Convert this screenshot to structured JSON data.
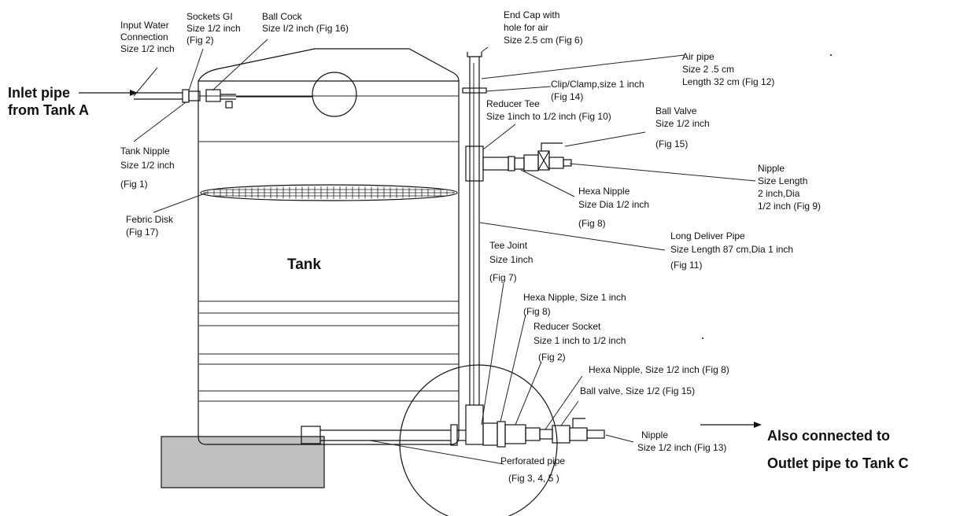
{
  "colors": {
    "line": "#111111",
    "base": "#c0c0c0",
    "background": "#ffffff"
  },
  "labels": {
    "tank": "Tank",
    "inlet_1": "Inlet pipe",
    "inlet_2": "from Tank A",
    "outlet_1": "Also connected to",
    "outlet_2": "Outlet pipe to Tank C",
    "input_water_1": "Input Water",
    "input_water_2": "Connection",
    "input_water_3": "Size 1/2 inch",
    "sockets_gi_1": "Sockets GI",
    "sockets_gi_2": "Size 1/2 inch",
    "sockets_gi_3": "(Fig 2)",
    "ball_cock_1": "Ball Cock",
    "ball_cock_2": "Size I/2 inch (Fig 16)",
    "end_cap_1": "End Cap with",
    "end_cap_2": "hole for air",
    "end_cap_3": "Size 2.5 cm (Fig 6)",
    "air_pipe_1": "Air pipe",
    "air_pipe_2": "Size 2 .5 cm",
    "air_pipe_3": "Length 32 cm (Fig 12)",
    "clip_1": "Clip/Clamp,size  1 inch",
    "clip_2": "(Fig 14)",
    "reducer_tee_1": "Reducer Tee",
    "reducer_tee_2": "Size 1inch to 1/2 inch (Fig 10)",
    "ball_valve_top_1": "Ball Valve",
    "ball_valve_top_2": "Size 1/2 inch",
    "ball_valve_top_3": "(Fig 15)",
    "tank_nipple_1": "Tank Nipple",
    "tank_nipple_2": "Size 1/2 inch",
    "tank_nipple_3": "(Fig 1)",
    "nipple_top_1": "Nipple",
    "nipple_top_2": "Size  Length",
    "nipple_top_3": "2 inch,Dia",
    "nipple_top_4": "1/2 inch (Fig 9)",
    "hexa_nipple_top_1": "Hexa Nipple",
    "hexa_nipple_top_2": "Size Dia 1/2 inch",
    "hexa_nipple_top_3": "(Fig 8)",
    "febric_disk_1": "Febric Disk",
    "febric_disk_2": "(Fig 17)",
    "long_pipe_1": "Long Deliver Pipe",
    "long_pipe_2": "Size Length 87 cm,Dia 1 inch",
    "long_pipe_3": "(Fig 11)",
    "tee_joint_1": "Tee Joint",
    "tee_joint_2": "Size 1inch",
    "tee_joint_3": "(Fig 7)",
    "hexa_nipple_1in_1": "Hexa Nipple, Size 1 inch",
    "hexa_nipple_1in_2": "(Fig 8)",
    "reducer_socket_1": "Reducer Socket",
    "reducer_socket_2": "Size 1 inch to 1/2 inch",
    "reducer_socket_3": "(Fig 2)",
    "hexa_nipple_half": "Hexa Nipple, Size 1/2 inch (Fig 8)",
    "ball_valve_bottom": "Ball valve, Size 1/2  (Fig 15)",
    "nipple_bottom_1": "Nipple",
    "nipple_bottom_2": "Size 1/2 inch (Fig 13)",
    "perforated_1": "Perforated pipe",
    "perforated_2": "(Fig 3, 4, 5 )"
  }
}
